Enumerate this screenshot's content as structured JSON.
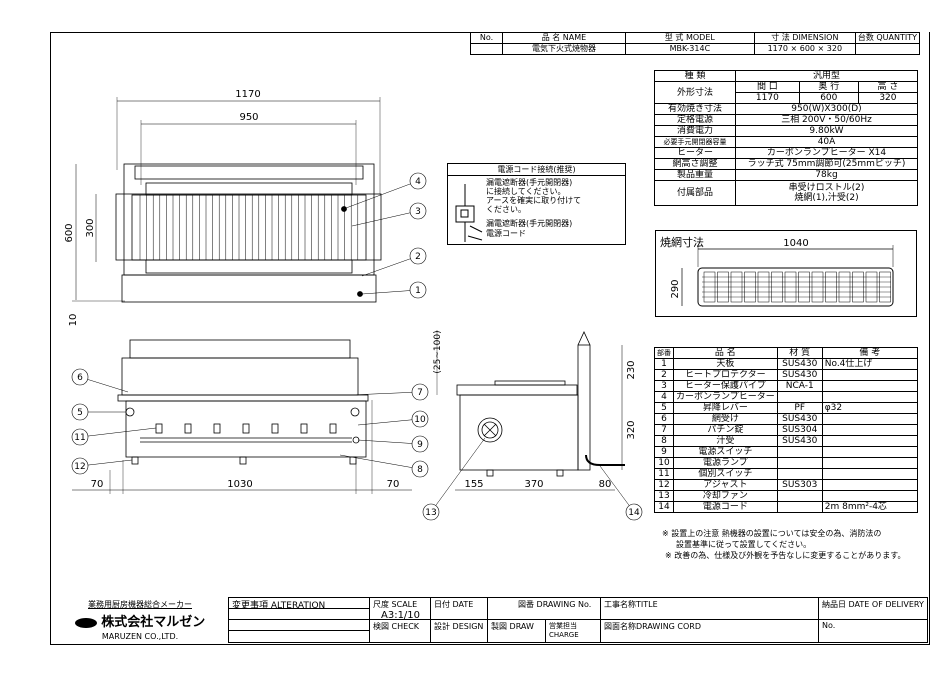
{
  "title_block": {
    "headers": {
      "no": "No.",
      "name": "品 名 NAME",
      "model": "型 式 MODEL",
      "dimension": "寸 法 DIMENSION",
      "quantity": "台数 QUANTITY"
    },
    "row": {
      "no": "",
      "name": "電気下火式焼物器",
      "model": "MBK-314C",
      "dimension": "1170 × 600 × 320",
      "quantity": ""
    }
  },
  "spec_table": {
    "rows": [
      {
        "label": "種 類",
        "value": "汎用型"
      },
      {
        "label": "外形寸法",
        "sub_headers": [
          "間 口",
          "奥 行",
          "高 さ"
        ],
        "sub_values": [
          "1170",
          "600",
          "320"
        ]
      },
      {
        "label": "有効焼き寸法",
        "value": "950(W)X300(D)"
      },
      {
        "label": "定格電源",
        "value": "三相 200V・50/60Hz"
      },
      {
        "label": "消費電力",
        "value": "9.80kW"
      },
      {
        "label": "必要手元開閉器容量",
        "value": "40A"
      },
      {
        "label": "ヒーター",
        "value": "カーボンランプヒーター X14"
      },
      {
        "label": "網高さ調整",
        "value": "ラッチ式 75mm調節可(25mmピッチ)"
      },
      {
        "label": "製品重量",
        "value": "78kg"
      },
      {
        "label": "付属部品",
        "value": "串受けロストル(2)",
        "value2": "焼網(1),汁受(2)"
      }
    ]
  },
  "power_cord_box": {
    "title": "電源コード接続(推奨)",
    "lines": [
      "漏電遮断器(手元開閉器)",
      "に接続してください。",
      "アースを確実に取り付けて",
      "ください。"
    ],
    "label_breaker": "漏電遮断器(手元開閉器)",
    "label_cord": "電源コード"
  },
  "grill_box": {
    "title": "焼網寸法",
    "width": "1040",
    "depth": "290"
  },
  "parts_table": {
    "headers": [
      "部番",
      "品 名",
      "材 質",
      "備 考"
    ],
    "rows": [
      [
        "1",
        "天板",
        "SUS430",
        "No.4仕上げ"
      ],
      [
        "2",
        "ヒートプロテクター",
        "SUS430",
        ""
      ],
      [
        "3",
        "ヒーター保護パイプ",
        "NCA-1",
        ""
      ],
      [
        "4",
        "カーボンランプヒーター",
        "",
        ""
      ],
      [
        "5",
        "昇降レバー",
        "PF",
        "φ32"
      ],
      [
        "6",
        "網受け",
        "SUS430",
        ""
      ],
      [
        "7",
        "パチン錠",
        "SUS304",
        ""
      ],
      [
        "8",
        "汁受",
        "SUS430",
        ""
      ],
      [
        "9",
        "電源スイッチ",
        "",
        ""
      ],
      [
        "10",
        "電源ランプ",
        "",
        ""
      ],
      [
        "11",
        "個別スイッチ",
        "",
        ""
      ],
      [
        "12",
        "アジャスト",
        "SUS303",
        ""
      ],
      [
        "13",
        "冷却ファン",
        "",
        ""
      ],
      [
        "14",
        "電源コード",
        "",
        "2m 8mm²-4芯"
      ]
    ]
  },
  "notes": [
    "※ 設置上の注意 熱機器の設置については安全の為、消防法の",
    "設置基準に従って設置してください。",
    "※ 改善の為、仕様及び外観を予告なしに変更することがあります。"
  ],
  "plan_view": {
    "dims": {
      "overall_width": "1170",
      "effective_width": "950",
      "depth": "600",
      "effective_depth": "300",
      "foot": "10"
    },
    "callouts": [
      "4",
      "3",
      "2",
      "1"
    ]
  },
  "front_view": {
    "dims": {
      "left": "70",
      "center": "1030",
      "right": "70"
    },
    "callouts_left": [
      "6",
      "5",
      "11",
      "12"
    ],
    "callouts_right": [
      "7",
      "10",
      "9",
      "8"
    ]
  },
  "side_view": {
    "dims": {
      "adjust": "(25~100)",
      "top": "230",
      "body": "320",
      "front": "155",
      "legs": "370",
      "rear": "80"
    },
    "callouts": [
      "13",
      "14"
    ]
  },
  "footer": {
    "maker_tagline": "業務用厨房機器総合メーカー",
    "company_jp": "株式会社マルゼン",
    "company_en": "MARUZEN CO.,LTD.",
    "alteration": "変更事項 ALTERATION",
    "scale_label": "尺度 SCALE",
    "scale_value": "A3:1/10",
    "date": "日付 DATE",
    "drawing_no": "図番 DRAWING No.",
    "title": "工事名称TITLE",
    "delivery": "納品日 DATE OF DELIVERY",
    "check": "検図 CHECK",
    "design": "設計 DESIGN",
    "draw": "製図 DRAW",
    "charge": "営業担当CHARGE",
    "drawing_cord": "図面名称DRAWING CORD",
    "no": "No."
  }
}
